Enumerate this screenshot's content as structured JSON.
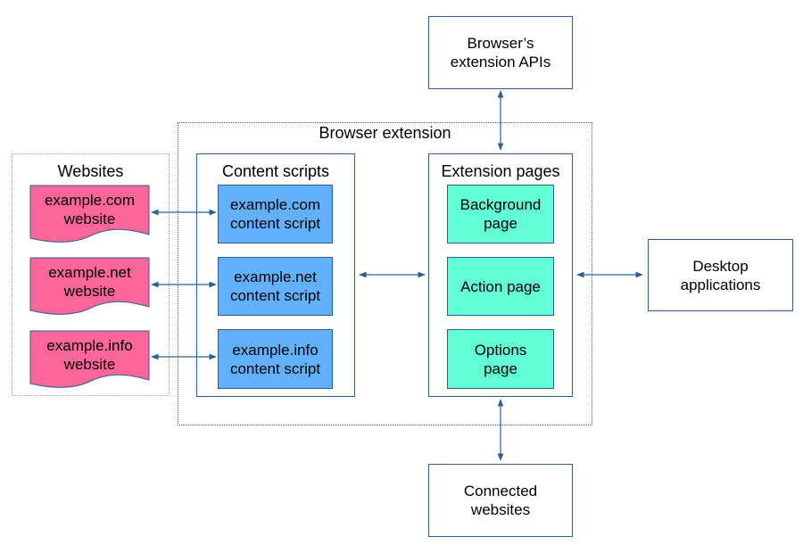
{
  "external": {
    "apis": "Browser’s\nextension APIs",
    "desktop": "Desktop\napplications",
    "connected": "Connected\nwebsites"
  },
  "extension": {
    "title": "Browser extension",
    "content_scripts": {
      "title": "Content scripts",
      "items": [
        "example.com\ncontent script",
        "example.net\ncontent script",
        "example.info\ncontent script"
      ]
    },
    "pages": {
      "title": "Extension pages",
      "items": [
        "Background\npage",
        "Action page",
        "Options\npage"
      ]
    }
  },
  "websites": {
    "title": "Websites",
    "items": [
      "example.com\nwebsite",
      "example.net\nwebsite",
      "example.info\nwebsite"
    ]
  },
  "colors": {
    "border": "#2e5f8e",
    "website_fill": "#ff6699",
    "content_script_fill": "#62b1ff",
    "page_fill": "#62ffd6"
  }
}
